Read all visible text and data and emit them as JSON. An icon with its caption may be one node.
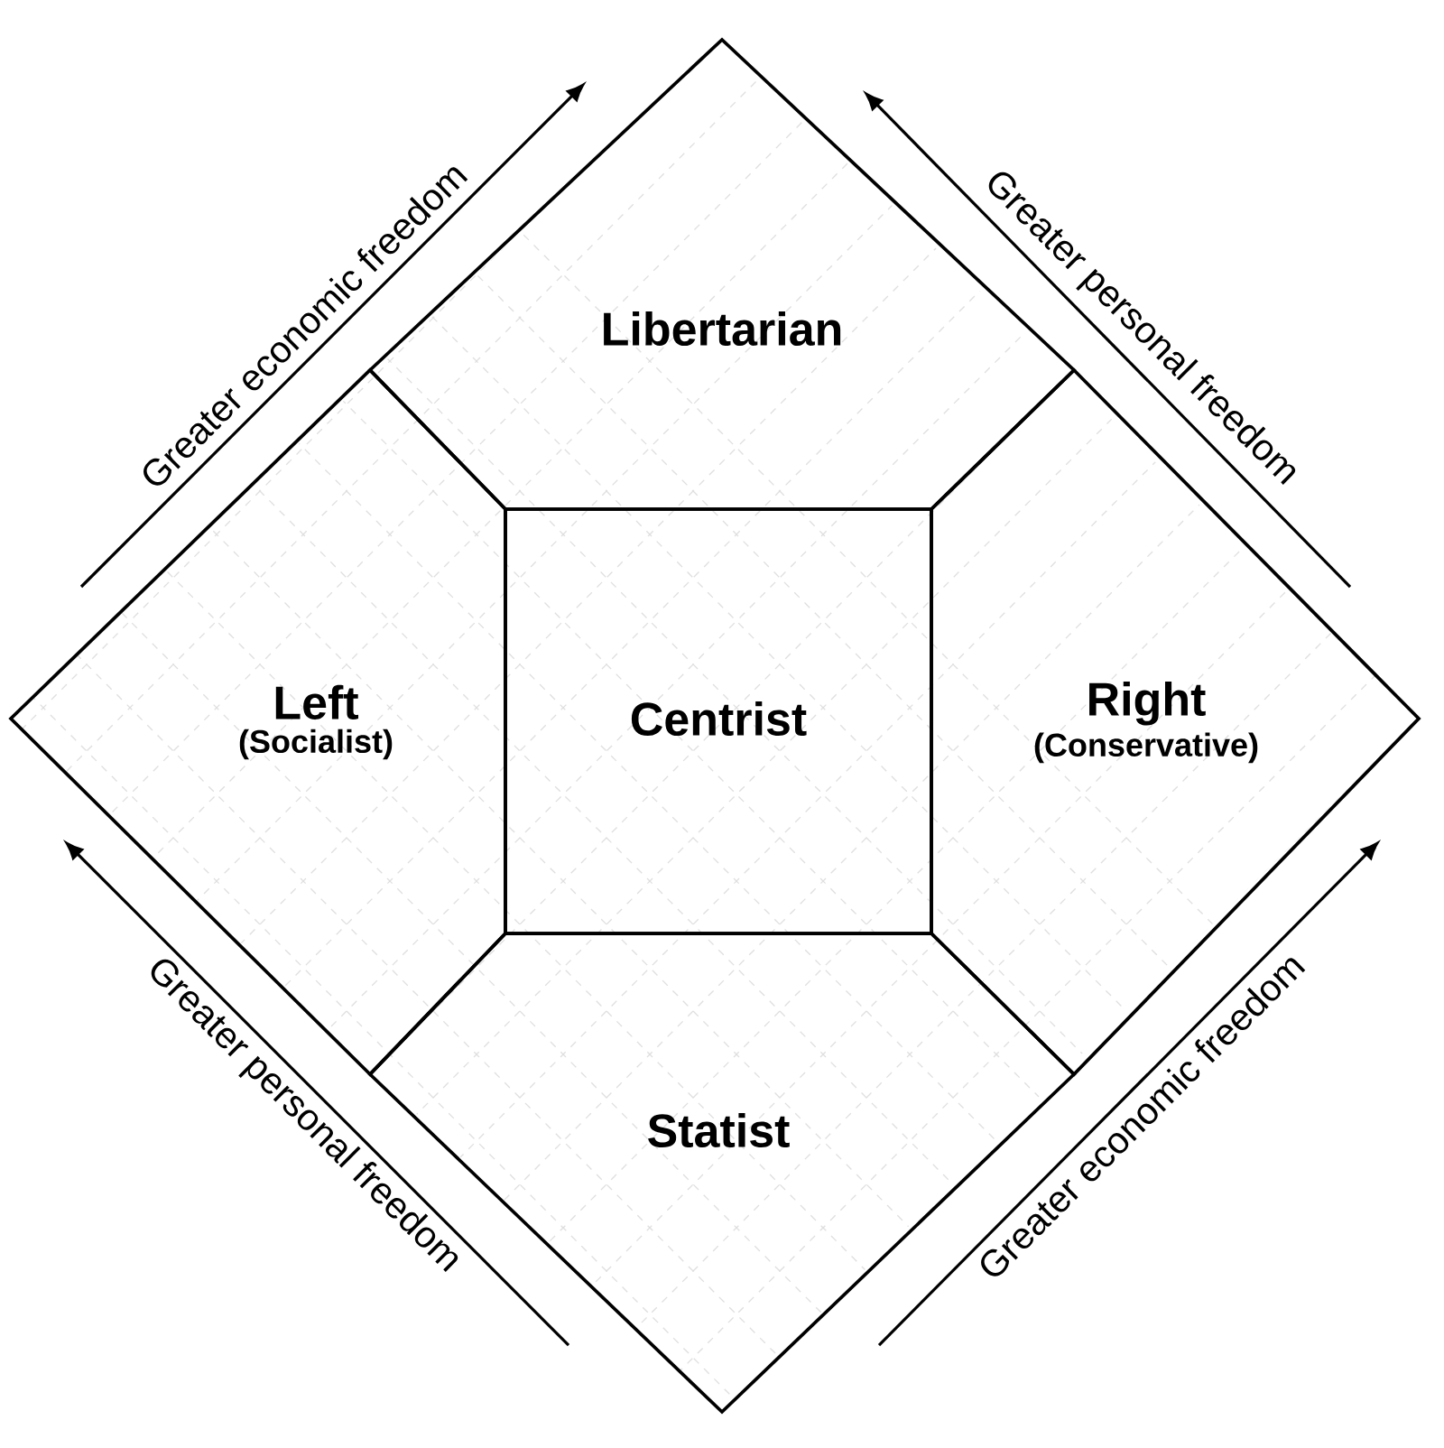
{
  "diagram": {
    "nodes": [
      {
        "text": [
          "Libertarian"
        ]
      },
      {
        "text": [
          "Left",
          "(Socialist)"
        ]
      },
      {
        "text": [
          "Centrist"
        ]
      },
      {
        "text": [
          "Right",
          "(Conservative)"
        ]
      },
      {
        "text": [
          "Statist"
        ]
      }
    ],
    "labels": [
      "Greater economic freedom",
      "Greater personal freedom",
      "Greater personal freedom",
      "Greater economic freedom"
    ]
  }
}
